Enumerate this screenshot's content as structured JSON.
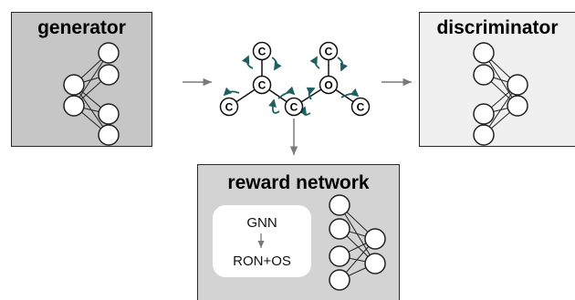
{
  "generator": {
    "title": "generator"
  },
  "discriminator": {
    "title": "discriminator"
  },
  "reward_network": {
    "title": "reward network",
    "inner": {
      "top_label": "GNN",
      "bottom_label": "RON+OS"
    }
  },
  "molecule": {
    "atoms": [
      "C",
      "C",
      "C",
      "C",
      "C",
      "O",
      "C"
    ]
  },
  "colors": {
    "generator_bg": "#c6c6c6",
    "discriminator_bg": "#f0f0f0",
    "reward_bg": "#d3d3d3",
    "arrow": "#7a7a7a",
    "mechanism_arrow": "#1f5f5f"
  }
}
